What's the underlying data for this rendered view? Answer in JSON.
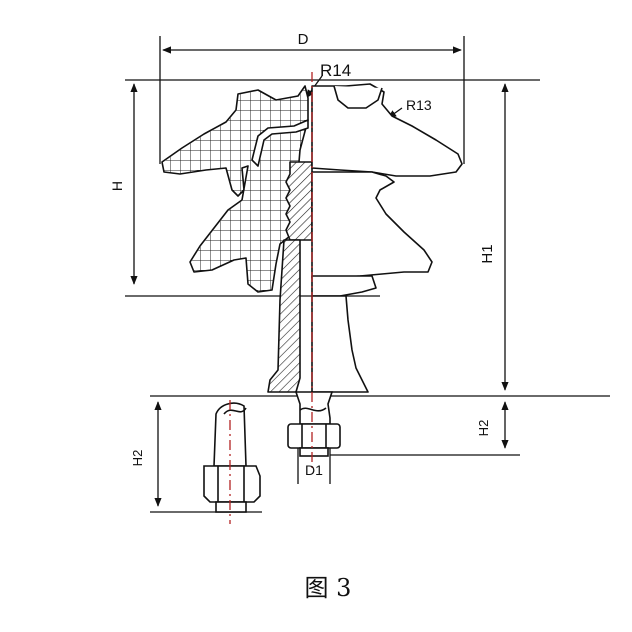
{
  "labels": {
    "D": "D",
    "R14": "R14",
    "R13": "R13",
    "H": "H",
    "H1": "H1",
    "H2_right": "H2",
    "H2_left": "H2",
    "D1": "D1"
  },
  "caption": "图 3",
  "colors": {
    "line": "#111111",
    "centerline": "#b22222",
    "background": "#ffffff"
  }
}
